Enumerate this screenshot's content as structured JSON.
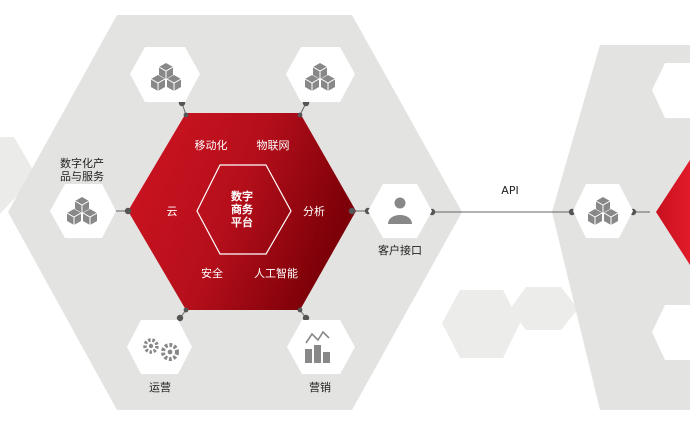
{
  "diagram": {
    "colors": {
      "outer_gray": "#e3e3e1",
      "light_gray": "#eeeeec",
      "red_dark": "#8a0009",
      "red": "#c8101e",
      "icon_gray": "#888888",
      "line": "#666666"
    },
    "center": {
      "line1": "数字",
      "line2": "商务",
      "line3": "平台"
    },
    "ring_labels": {
      "mobile": "移动化",
      "iot": "物联网",
      "cloud": "云",
      "analytics": "分析",
      "security": "安全",
      "ai": "人工智能"
    },
    "nodes": {
      "products_line1": "数字化产",
      "products_line2": "品与服务",
      "customer": "客户接口",
      "operations": "运营",
      "marketing": "营销"
    },
    "connector_label": "API",
    "icons": {
      "top_left": "boxes-icon",
      "top_right": "boxes-icon",
      "left": "boxes-icon",
      "customer": "person-icon",
      "operations": "gears-icon",
      "marketing": "chart-icon"
    }
  }
}
